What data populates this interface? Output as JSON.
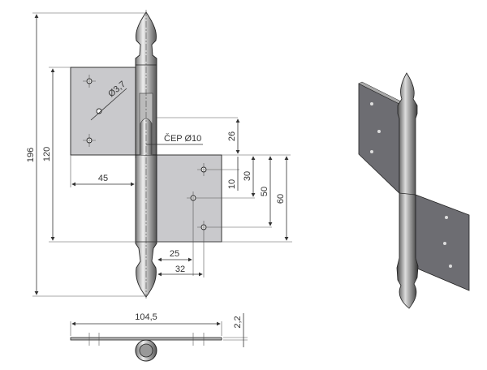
{
  "drawing": {
    "dimensions": {
      "overall_height": "196",
      "leaf_height": "120",
      "leaf_width": "45",
      "hole_diameter": "Ø3,7",
      "pin_label": "ČEP Ø10",
      "pin_offset": "26",
      "hole_offset_10": "10",
      "hole_offset_30": "30",
      "hole_offset_50": "50",
      "leaf_half_height": "60",
      "hole_x_25": "25",
      "hole_x_32": "32",
      "total_width": "104,5",
      "thickness": "2,2"
    }
  },
  "colors": {
    "leaf": "#c9c9cc",
    "line": "#222222"
  }
}
